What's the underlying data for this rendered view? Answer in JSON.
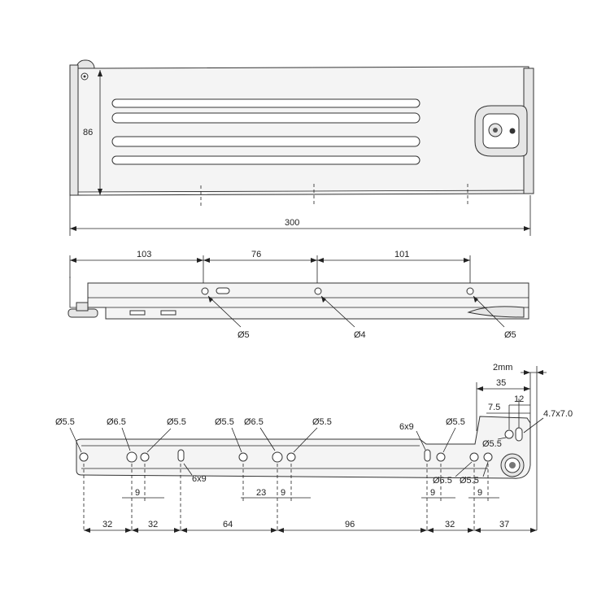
{
  "top_view": {
    "height_label": "86",
    "length_label": "300"
  },
  "side_view": {
    "spacing_labels": [
      "103",
      "76",
      "101"
    ],
    "hole_labels": [
      "Ø5",
      "Ø4",
      "Ø5"
    ]
  },
  "bottom_view": {
    "top_labels": {
      "a1": "Ø5.5",
      "a2": "Ø6.5",
      "a3": "Ø5.5",
      "a4": "Ø5.5",
      "a5": "Ø6.5",
      "a6": "Ø5.5",
      "slot_a": "6x9",
      "a7": "Ø5.5",
      "slot_b": "6x9",
      "a8": "Ø5.5",
      "a9": "Ø6.5",
      "a10": "Ø5.5",
      "oval": "4.7x7.0"
    },
    "right_dims": {
      "gap": "2mm",
      "w35": "35",
      "w12": "12",
      "w75": "7.5"
    },
    "small_dims": {
      "d9a": "9",
      "d23": "23",
      "d9b": "9",
      "d9c": "9",
      "d9d": "9"
    },
    "bottom_dims": [
      "32",
      "32",
      "64",
      "96",
      "32",
      "37"
    ]
  }
}
